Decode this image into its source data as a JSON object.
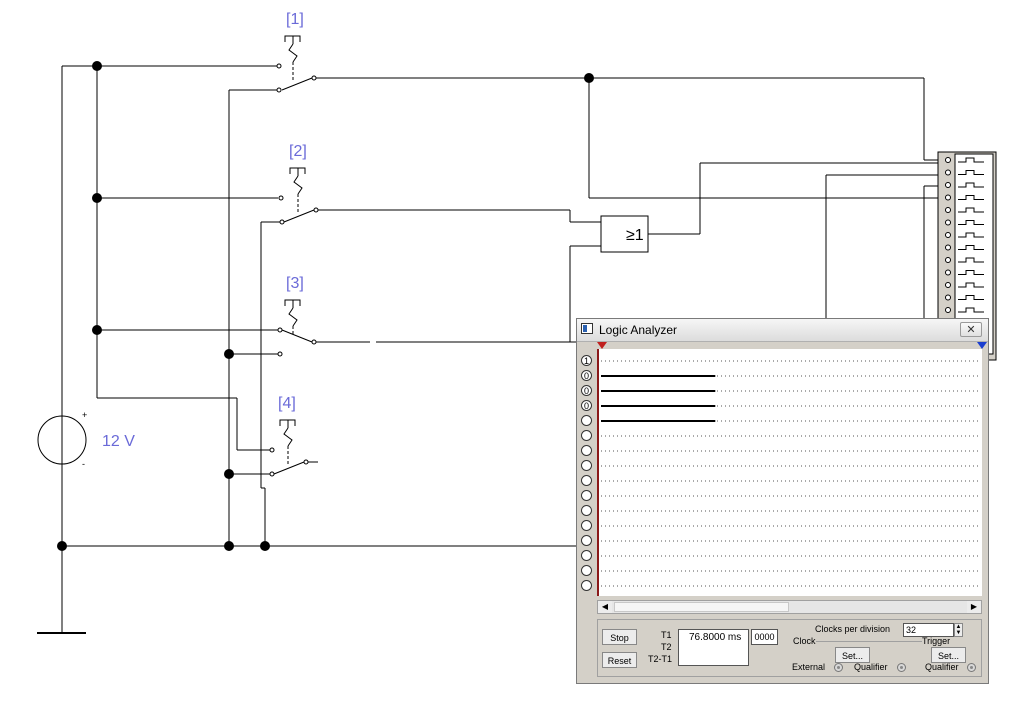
{
  "schematic": {
    "switches": [
      {
        "label": "[1]"
      },
      {
        "label": "[2]"
      },
      {
        "label": "[3]"
      },
      {
        "label": "[4]"
      }
    ],
    "source": {
      "label": "12 V",
      "plus": "+",
      "minus": "-"
    },
    "or_gate": {
      "label": "≥1"
    },
    "colors": {
      "wire": "#000000",
      "label": "#6a6ad8"
    }
  },
  "logic_analyzer": {
    "title": "Logic Analyzer",
    "close_glyph": "✕",
    "channels": [
      "1",
      "0",
      "0",
      "0",
      "",
      "",
      "",
      "",
      "",
      "",
      "",
      "",
      "",
      "",
      "",
      ""
    ],
    "buttons": {
      "stop": "Stop",
      "reset": "Reset",
      "set_clock": "Set...",
      "set_trigger": "Set..."
    },
    "time_labels": {
      "t1": "T1",
      "t2": "T2",
      "t2_t1": "T2-T1"
    },
    "t1_value": "76.8000 ms",
    "t_small_value": "0000",
    "clocks_per_division_label": "Clocks per division",
    "clocks_per_division": "32",
    "clock_group": "Clock",
    "trigger_group": "Trigger",
    "external": "External",
    "qualifier_clock": "Qualifier",
    "qualifier_trigger": "Qualifier",
    "scroll_left": "◀",
    "scroll_right": "▶",
    "colors": {
      "t1_marker": "#c0201e",
      "t2_marker": "#1a3ecf",
      "trace": "#000000"
    },
    "active_trace_fraction": 0.3
  }
}
